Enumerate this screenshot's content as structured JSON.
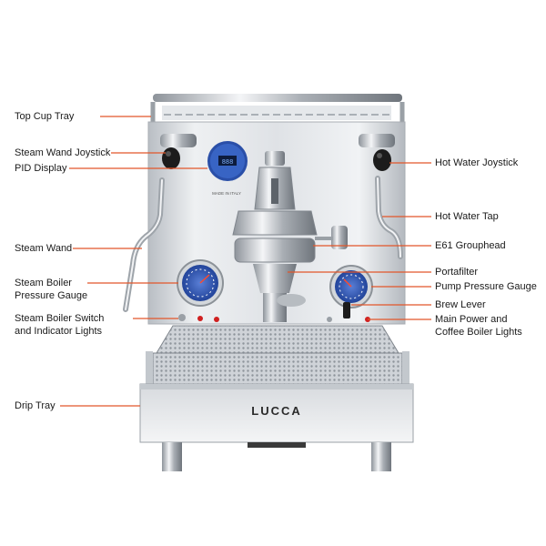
{
  "colors": {
    "leader": "#e2562a",
    "chrome": "#c9cdd2",
    "dial": "#2f57b8",
    "steel_light": "#eef0f2"
  },
  "brand": "LUCCA",
  "badge_text": "MADE IN ITALY",
  "pid_readout": "888",
  "labels_left": [
    {
      "id": "top-cup-tray",
      "lines": [
        "Top Cup Tray"
      ]
    },
    {
      "id": "steam-wand-joystick",
      "lines": [
        "Steam Wand Joystick"
      ]
    },
    {
      "id": "pid-display",
      "lines": [
        "PID Display"
      ]
    },
    {
      "id": "steam-wand",
      "lines": [
        "Steam Wand"
      ]
    },
    {
      "id": "steam-boiler-pressure-gauge",
      "lines": [
        "Steam Boiler",
        "Pressure Gauge"
      ]
    },
    {
      "id": "steam-boiler-switch",
      "lines": [
        "Steam Boiler Switch",
        "and Indicator Lights"
      ]
    },
    {
      "id": "drip-tray",
      "lines": [
        "Drip Tray"
      ]
    }
  ],
  "labels_right": [
    {
      "id": "hot-water-joystick",
      "lines": [
        "Hot Water Joystick"
      ]
    },
    {
      "id": "hot-water-tap",
      "lines": [
        "Hot Water Tap"
      ]
    },
    {
      "id": "e61-grouphead",
      "lines": [
        "E61 Grouphead"
      ]
    },
    {
      "id": "portafilter",
      "lines": [
        "Portafilter"
      ]
    },
    {
      "id": "pump-pressure-gauge",
      "lines": [
        "Pump Pressure Gauge"
      ]
    },
    {
      "id": "brew-lever",
      "lines": [
        "Brew Lever"
      ]
    },
    {
      "id": "main-power",
      "lines": [
        "Main Power and",
        "Coffee Boiler Lights"
      ]
    }
  ]
}
